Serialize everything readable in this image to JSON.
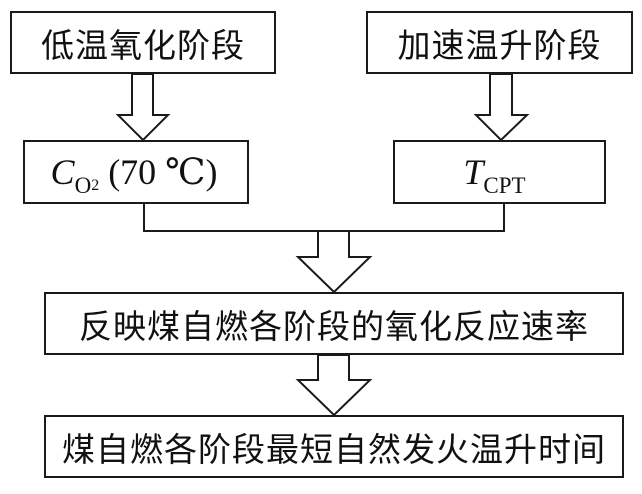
{
  "diagram": {
    "type": "flowchart",
    "colors": {
      "stroke": "#1a1a1a",
      "fill": "#ffffff",
      "text": "#111111"
    },
    "nodes": {
      "low_temp_oxidation": {
        "label": "低温氧化阶段"
      },
      "accelerated_heating": {
        "label": "加速温升阶段"
      },
      "oxygen_consumption": {
        "symbol": "C",
        "subscript": "O",
        "subscript_index": "2",
        "suffix": " (70 ℃)"
      },
      "crossing_point_temp": {
        "symbol": "T",
        "subscript": "CPT"
      },
      "oxidation_rate": {
        "label": "反映煤自燃各阶段的氧化反应速率"
      },
      "min_heating_time": {
        "label": "煤自燃各阶段最短自然发火温升时间"
      }
    },
    "edges": [
      {
        "from": "low_temp_oxidation",
        "to": "oxygen_consumption",
        "style": "block-arrow"
      },
      {
        "from": "accelerated_heating",
        "to": "crossing_point_temp",
        "style": "block-arrow"
      },
      {
        "from": [
          "oxygen_consumption",
          "crossing_point_temp"
        ],
        "to": "oxidation_rate",
        "style": "merge-line + block-arrow"
      },
      {
        "from": "oxidation_rate",
        "to": "min_heating_time",
        "style": "block-arrow"
      }
    ]
  }
}
